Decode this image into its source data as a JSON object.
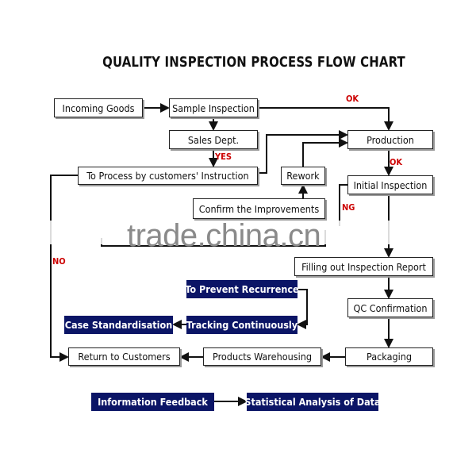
{
  "title": "QUALITY INSPECTION PROCESS FLOW CHART",
  "nodes": {
    "incoming_goods": "Incoming Goods",
    "sample_inspection": "Sample Inspection",
    "sales_dept": "Sales Dept.",
    "to_process": "To Process by customers' Instruction",
    "rework": "Rework",
    "confirm_improvements": "Confirm the Improvements",
    "production": "Production",
    "initial_inspection": "Initial Inspection",
    "filling_report": "Filling out Inspection Report",
    "qc_confirmation": "QC Confirmation",
    "packaging": "Packaging",
    "products_warehousing": "Products Warehousing",
    "return_to_customers": "Return to Customers",
    "prevent_recurrence": "To Prevent Recurrence",
    "tracking_continuously": "Tracking Continuously",
    "case_standardisation": "Case Standardisation",
    "information_feedback": "Information Feedback",
    "statistical_analysis": "Statistical Analysis of Data"
  },
  "edge_labels": {
    "ok_sample": "OK",
    "ok_production": "OK",
    "yes": "YES",
    "ng": "NG",
    "no": "NO"
  },
  "watermark": "trade.china.cn",
  "colors": {
    "dark_box": "#0b1566",
    "label": "#cc0000"
  }
}
